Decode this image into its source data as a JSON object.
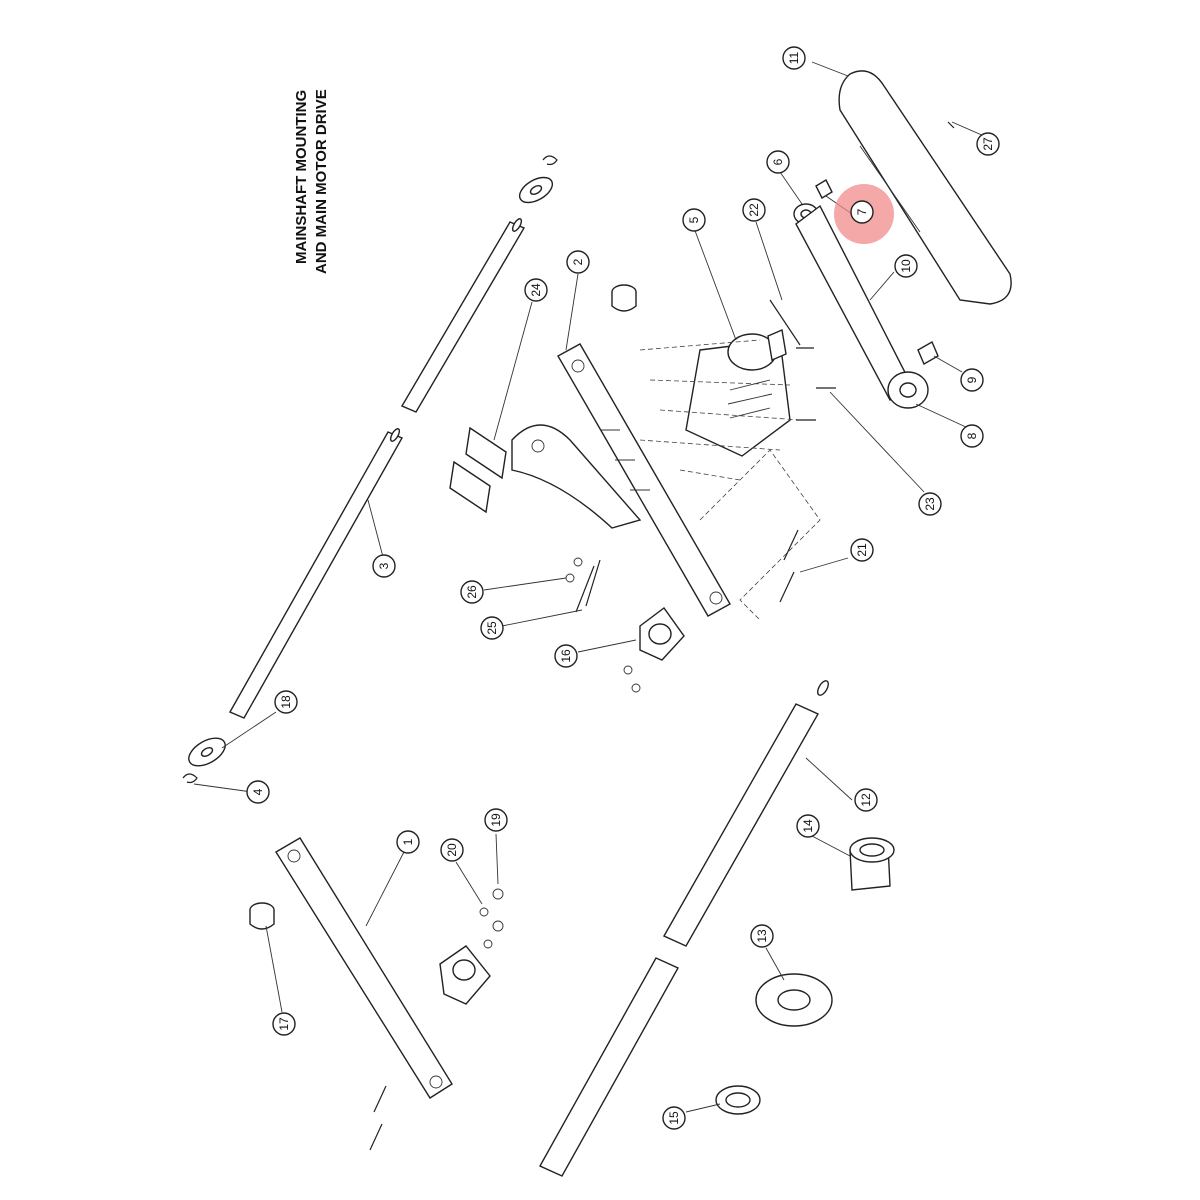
{
  "title": {
    "line1": "MAINSHAFT MOUNTING",
    "line2": "AND MAIN MOTOR DRIVE"
  },
  "highlight": {
    "part": "7",
    "color": "#f28b8b"
  },
  "callouts": [
    {
      "id": "1",
      "label": "1"
    },
    {
      "id": "2",
      "label": "2"
    },
    {
      "id": "3",
      "label": "3"
    },
    {
      "id": "4",
      "label": "4"
    },
    {
      "id": "5",
      "label": "5"
    },
    {
      "id": "6",
      "label": "6"
    },
    {
      "id": "7",
      "label": "7"
    },
    {
      "id": "8",
      "label": "8"
    },
    {
      "id": "9",
      "label": "9"
    },
    {
      "id": "10",
      "label": "10"
    },
    {
      "id": "11",
      "label": "11"
    },
    {
      "id": "12",
      "label": "12"
    },
    {
      "id": "13",
      "label": "13"
    },
    {
      "id": "14",
      "label": "14"
    },
    {
      "id": "15",
      "label": "15"
    },
    {
      "id": "16",
      "label": "16"
    },
    {
      "id": "17",
      "label": "17"
    },
    {
      "id": "18",
      "label": "18"
    },
    {
      "id": "19",
      "label": "19"
    },
    {
      "id": "20",
      "label": "20"
    },
    {
      "id": "21",
      "label": "21"
    },
    {
      "id": "22",
      "label": "22"
    },
    {
      "id": "23",
      "label": "23"
    },
    {
      "id": "24",
      "label": "24"
    },
    {
      "id": "25",
      "label": "25"
    },
    {
      "id": "26",
      "label": "26"
    },
    {
      "id": "27",
      "label": "27"
    }
  ]
}
